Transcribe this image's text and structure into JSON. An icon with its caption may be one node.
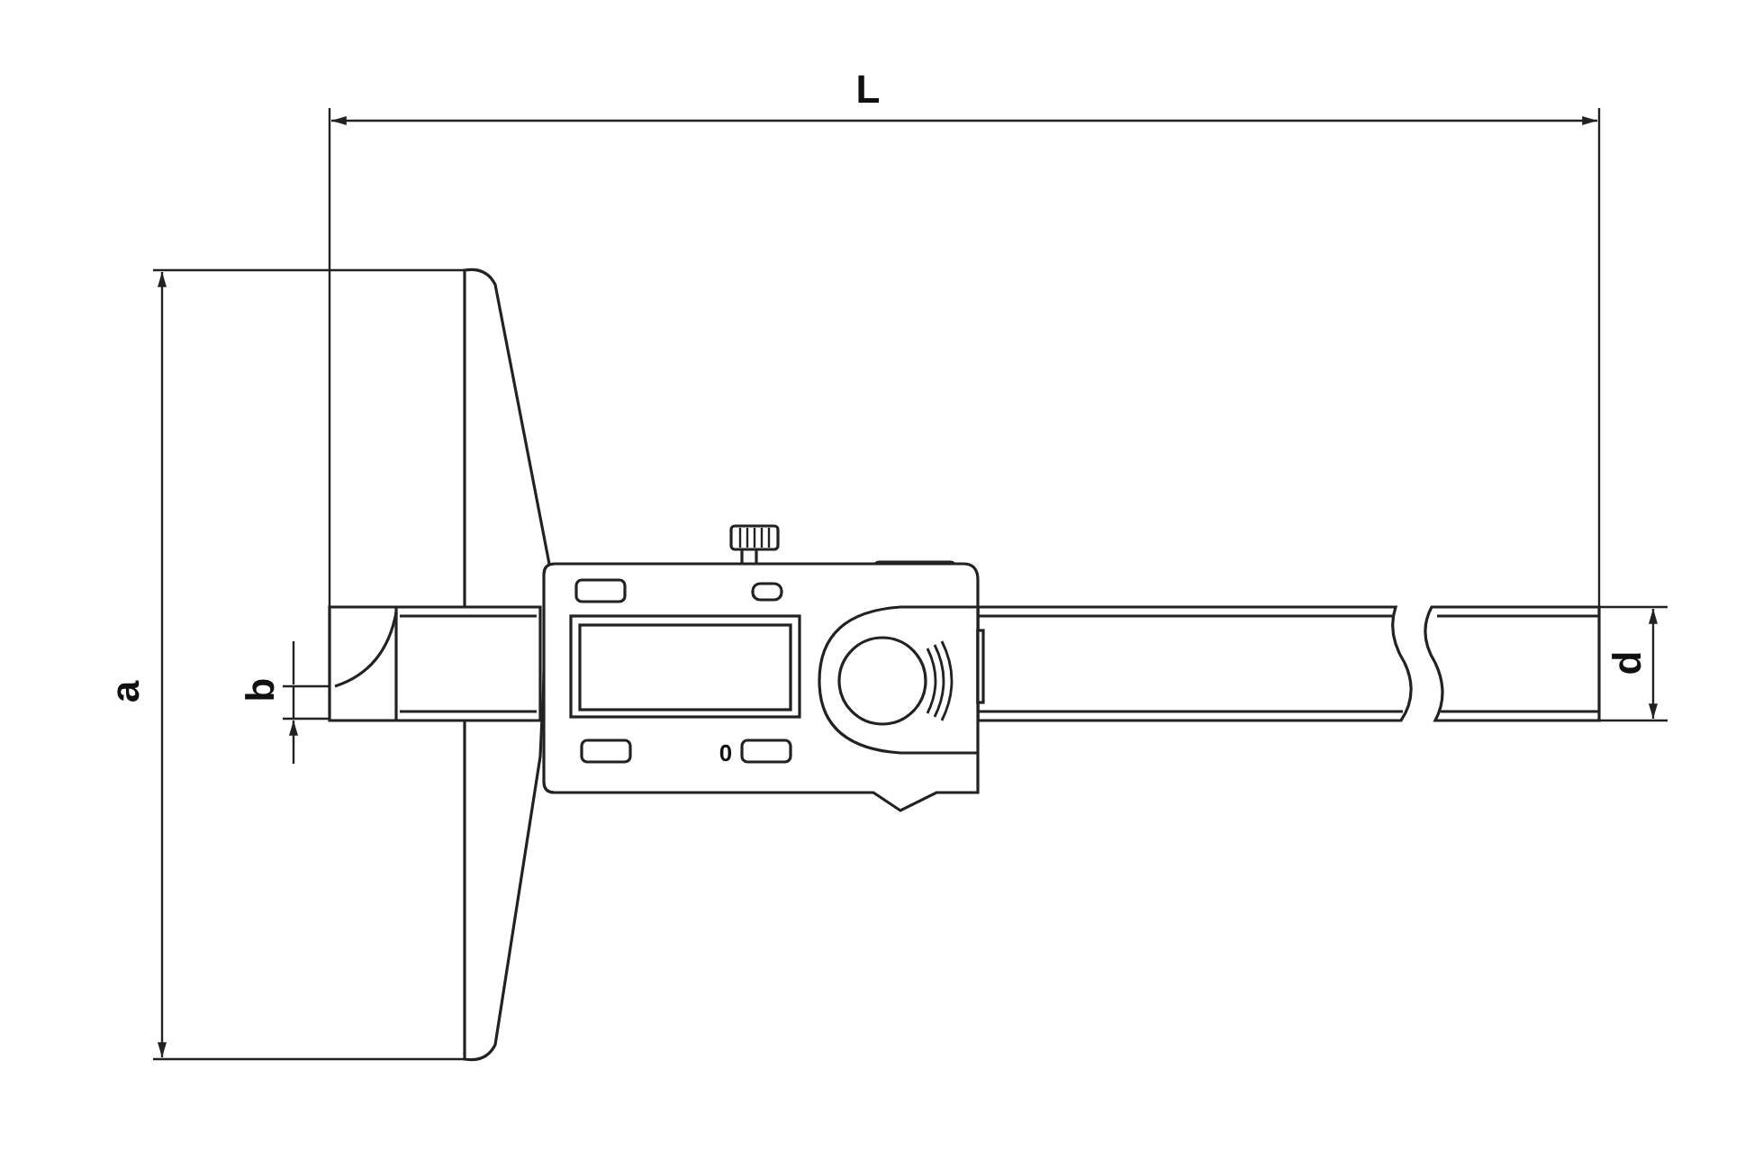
{
  "diagram": {
    "labels": [
      "L",
      "a",
      "b",
      "0",
      "d"
    ]
  }
}
